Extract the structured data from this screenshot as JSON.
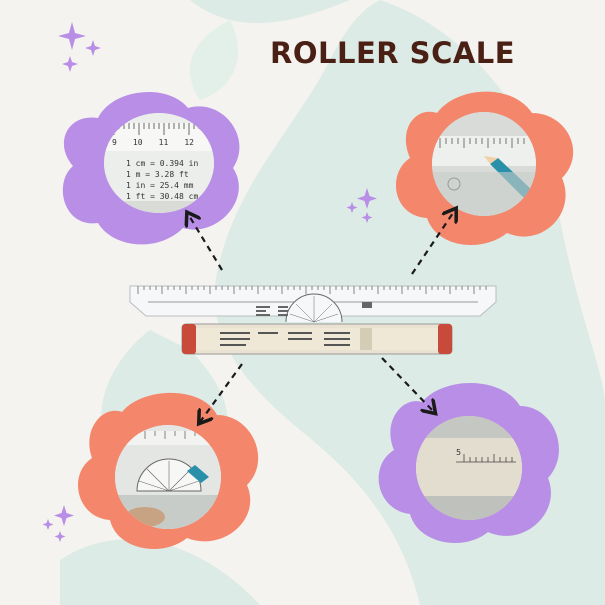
{
  "title": "ROLLER SCALE",
  "colors": {
    "background": "#f4f3ef",
    "lavender": "#b88ee6",
    "coral": "#f4866b",
    "mint": "#dcebe5",
    "title": "#4a1f14"
  },
  "conversions": [
    {
      "label": "1 cm",
      "value": "= 0.394 in"
    },
    {
      "label": "1 m",
      "value": "= 3.28 ft"
    },
    {
      "label": "1 in",
      "value": "= 25.4 mm"
    },
    {
      "label": "1 ft",
      "value": "= 30.48 cm"
    }
  ],
  "top_left_ticks": [
    "9",
    "10",
    "11",
    "12"
  ],
  "bottom_right_tick": "5",
  "icons": [
    "sparkle-icon",
    "arrow-icon",
    "pencil-icon",
    "protractor-icon"
  ]
}
